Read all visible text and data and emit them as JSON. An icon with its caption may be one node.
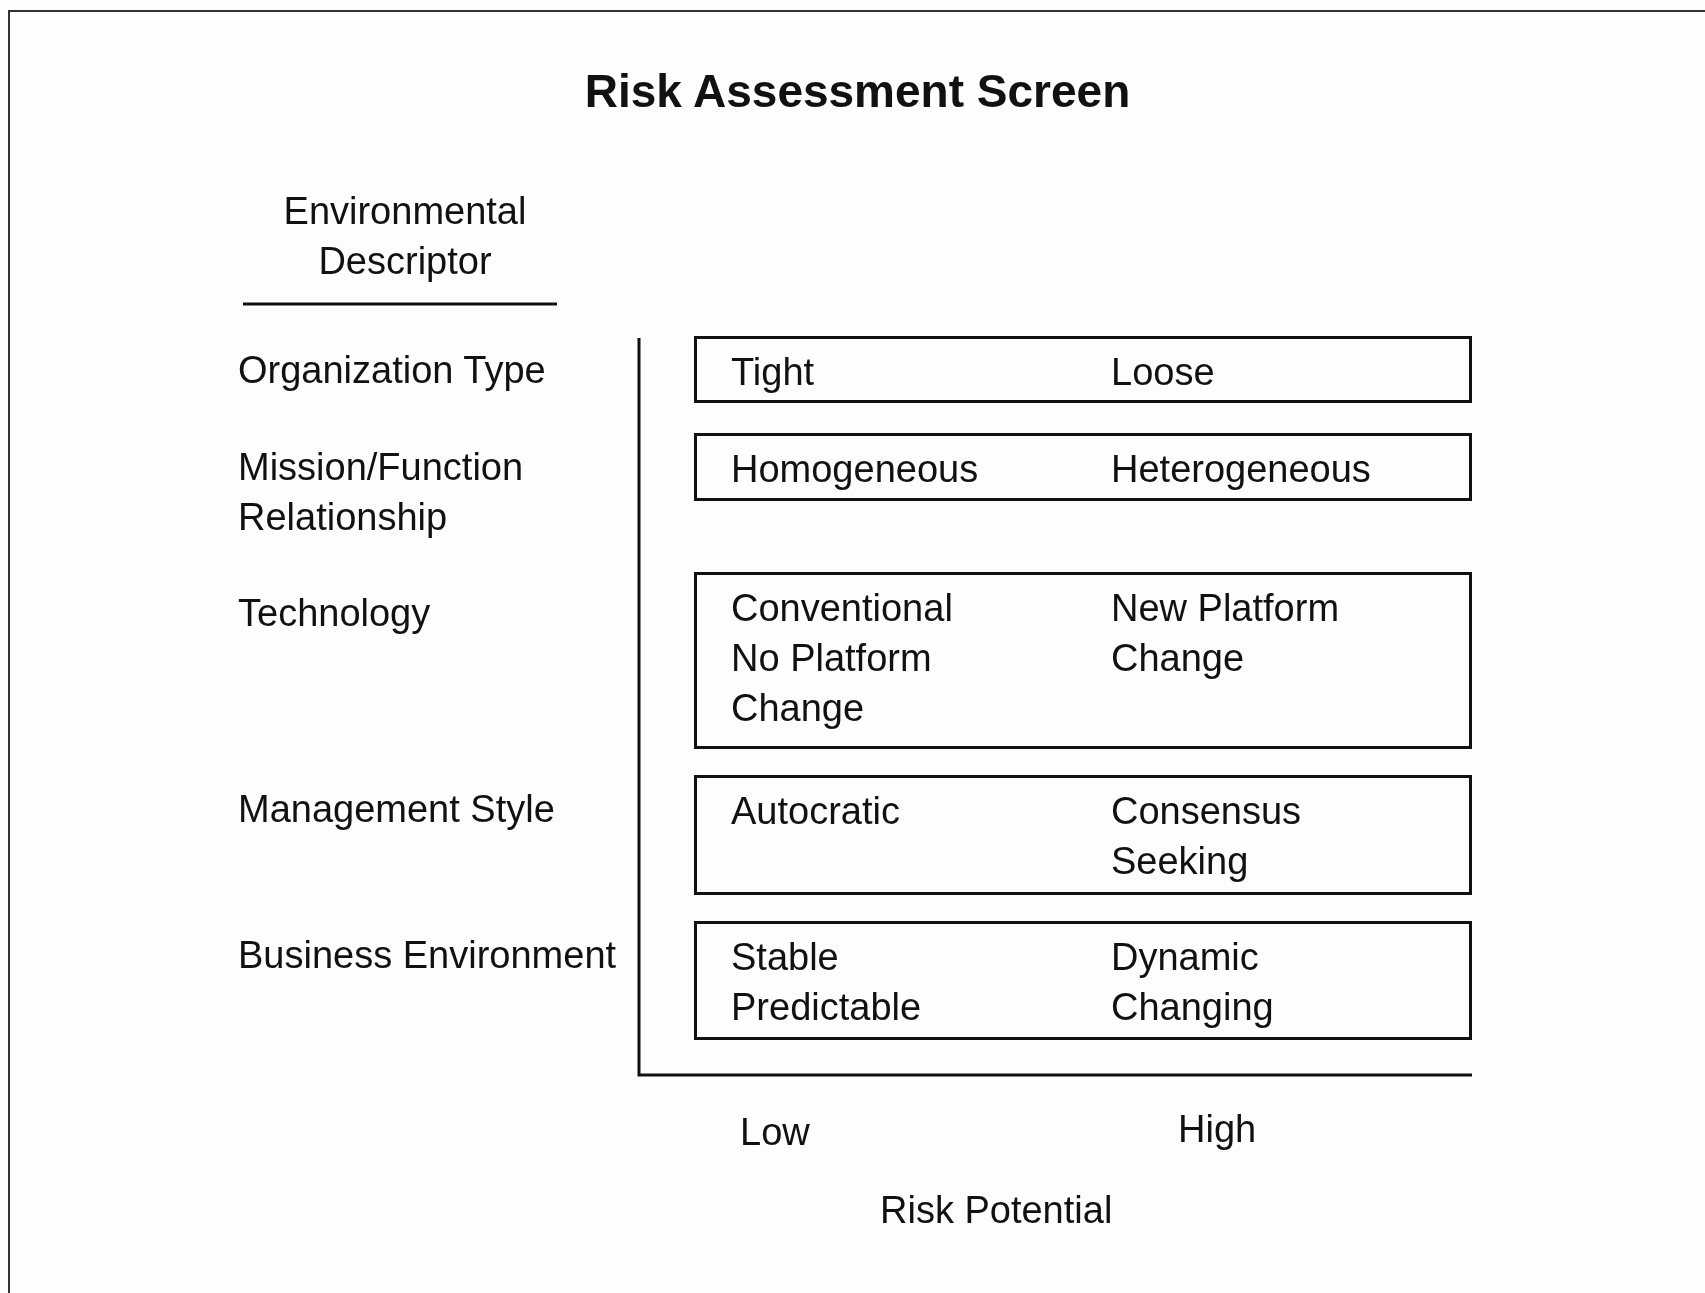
{
  "diagram": {
    "title": "Risk Assessment Screen",
    "nodes": [
      {
        "text": [
          "Tight",
          "Loose"
        ]
      },
      {
        "text": [
          "Homogeneous",
          "Heterogeneous"
        ]
      },
      {
        "text": [
          "Conventional No Platform Change",
          "New Platform Change"
        ]
      },
      {
        "text": [
          "Autocratic",
          "Consensus Seeking"
        ]
      },
      {
        "text": [
          "Stable Predictable",
          "Dynamic Changing"
        ]
      }
    ],
    "edges": [],
    "labels": [
      "Environmental Descriptor",
      "Organization Type",
      "Mission/Function Relationship",
      "Technology",
      "Management Style",
      "Business Environment",
      "Low",
      "High",
      "Risk Potential"
    ]
  }
}
